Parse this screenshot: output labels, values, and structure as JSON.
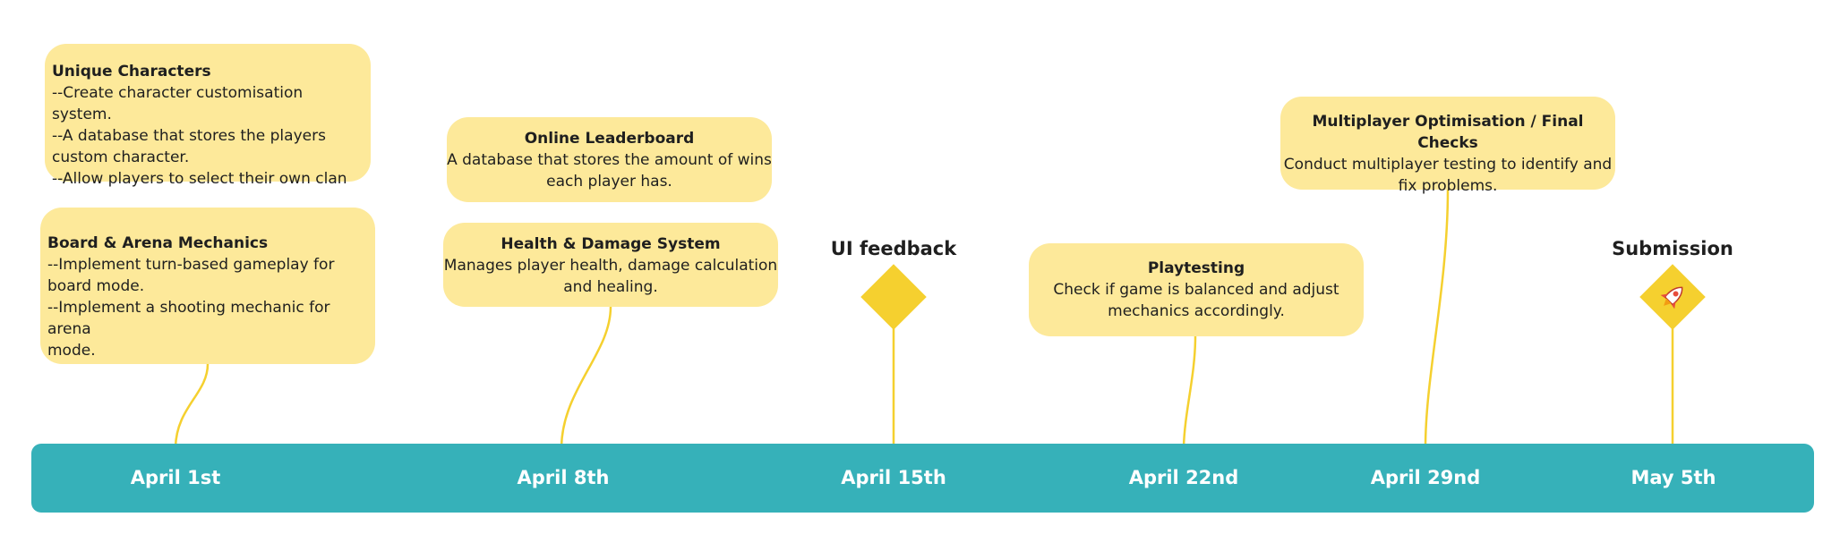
{
  "timeline": {
    "dates": [
      "April 1st",
      "April 8th",
      "April 15th",
      "April 22nd",
      "April 29nd",
      "May 5th"
    ]
  },
  "cards": {
    "unique_characters": {
      "title": "Unique Characters",
      "lines": [
        "--Create character customisation system.",
        "--A database that stores the players",
        "custom character.",
        "--Allow players to select their own clan"
      ]
    },
    "board_arena": {
      "title": "Board & Arena Mechanics",
      "lines": [
        "--Implement turn-based gameplay for",
        "board mode.",
        "--Implement a shooting mechanic for arena",
        "mode."
      ]
    },
    "online_leaderboard": {
      "title": "Online Leaderboard",
      "lines": [
        "A database that stores the amount of wins",
        "each player has."
      ]
    },
    "health_damage": {
      "title": "Health & Damage System",
      "lines": [
        "Manages player health, damage calculation",
        "and healing."
      ]
    },
    "playtesting": {
      "title": "Playtesting",
      "lines": [
        "Check if game is balanced and adjust",
        "mechanics accordingly."
      ]
    },
    "multiplayer": {
      "title": "Multiplayer Optimisation / Final Checks",
      "lines": [
        "Conduct multiplayer testing to identify and",
        "fix problems."
      ]
    }
  },
  "milestones": {
    "ui_feedback": {
      "label": "UI feedback",
      "icon": "diamond-icon"
    },
    "submission": {
      "label": "Submission",
      "icon": "rocket-icon"
    }
  },
  "colors": {
    "card": "#fde99a",
    "bar": "#36b1b9",
    "connector": "#f5d02f",
    "diamond": "#f5d02f"
  }
}
